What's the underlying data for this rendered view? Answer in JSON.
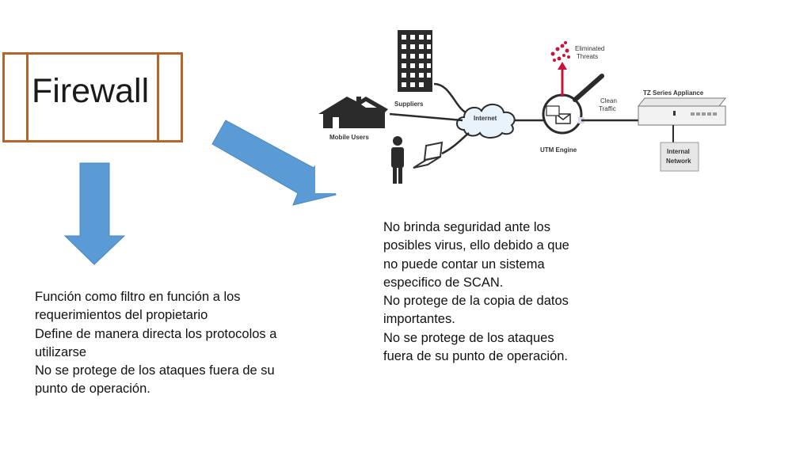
{
  "slide": {
    "title": "Firewall",
    "left_text": {
      "lines": [
        "Función como filtro en función a los requerimientos del propietario",
        "Define de manera directa los protocolos a utilizarse",
        "No se protege de los ataques fuera de su punto de operación."
      ]
    },
    "right_text": {
      "lines": [
        "No brinda seguridad ante los posibles virus, ello debido a que no puede contar un sistema especifico de SCAN.",
        "No protege de la copia de datos importantes.",
        "No se protege de los ataques fuera de su punto de operación."
      ]
    },
    "arrow_color": "#5b9bd5",
    "frame_color": "#b5642a"
  },
  "diagram": {
    "labels": {
      "suppliers": "Suppliers",
      "mobile_users": "Mobile Users",
      "internet": "Internet",
      "eliminated_threats_1": "Eliminated",
      "eliminated_threats_2": "Threats",
      "clean_traffic_1": "Clean",
      "clean_traffic_2": "Traffic",
      "utm_engine": "UTM Engine",
      "appliance": "TZ Series Appliance",
      "internal_network_1": "Internal",
      "internal_network_2": "Network"
    }
  }
}
